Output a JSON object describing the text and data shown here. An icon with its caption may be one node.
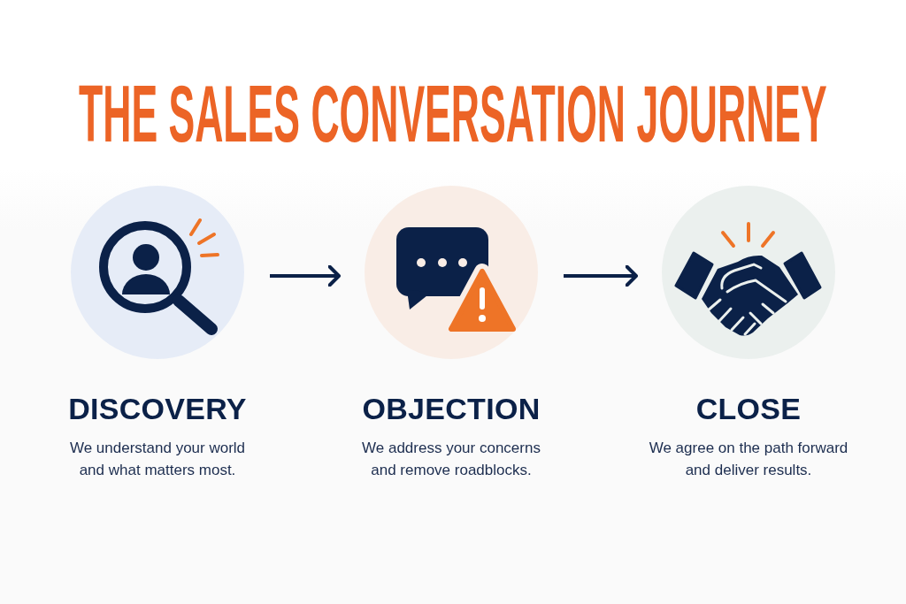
{
  "diagram": {
    "title": "THE SALES CONVERSATION JOURNEY",
    "nodes": [
      {
        "text": [
          "DISCOVERY",
          "We understand your world and what matters most."
        ]
      },
      {
        "text": [
          "OBJECTION",
          "We address your concerns and remove roadblocks."
        ]
      },
      {
        "text": [
          "CLOSE",
          "We agree on the path forward and deliver results."
        ]
      }
    ],
    "edges": [
      {
        "from": 0,
        "to": 1,
        "arrow": "to"
      },
      {
        "from": 1,
        "to": 2,
        "arrow": "to"
      }
    ]
  }
}
